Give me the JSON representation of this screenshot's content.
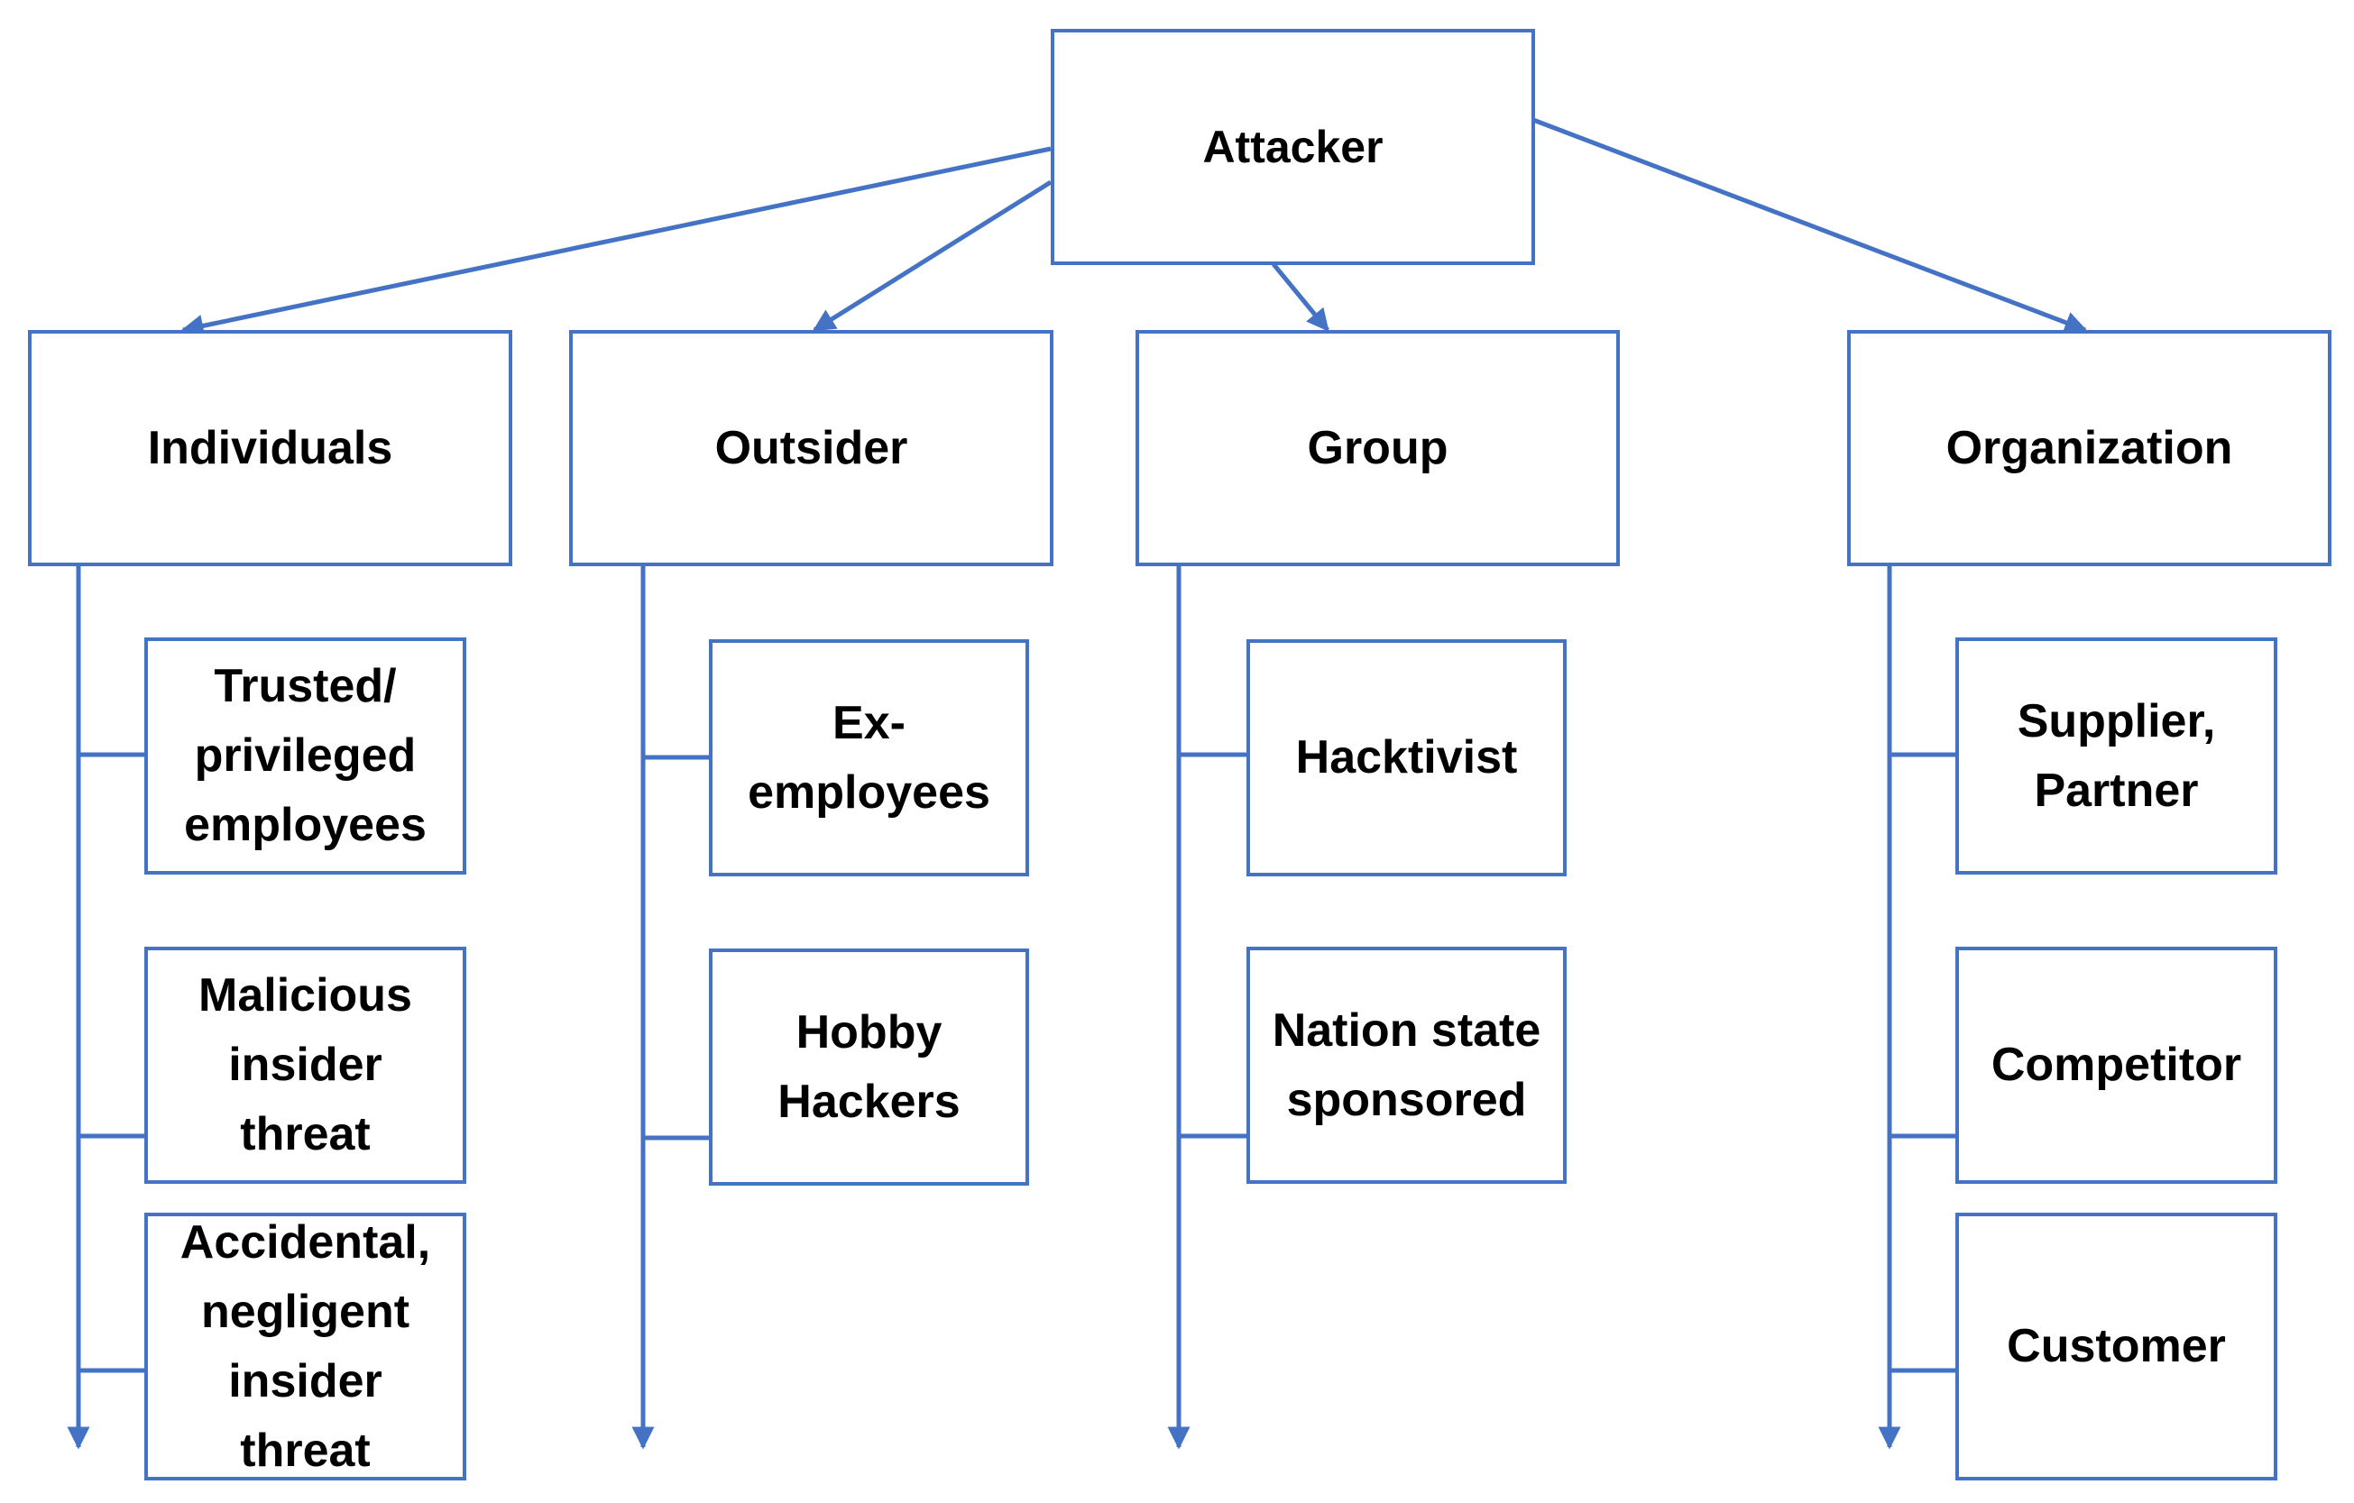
{
  "colors": {
    "line": "#4472C4",
    "text": "#000000",
    "background": "#ffffff"
  },
  "root": {
    "label": "Attacker"
  },
  "categories": [
    {
      "label": "Individuals",
      "items": [
        "Trusted/\nprivileged\nemployees",
        "Malicious\ninsider\nthreat",
        "Accidental,\nnegligent\ninsider\nthreat"
      ]
    },
    {
      "label": "Outsider",
      "items": [
        "Ex-\nemployees",
        "Hobby\nHackers"
      ]
    },
    {
      "label": "Group",
      "items": [
        "Hacktivist",
        "Nation state\nsponsored"
      ]
    },
    {
      "label": "Organization",
      "items": [
        "Supplier,\nPartner",
        "Competitor",
        "Customer"
      ]
    }
  ]
}
